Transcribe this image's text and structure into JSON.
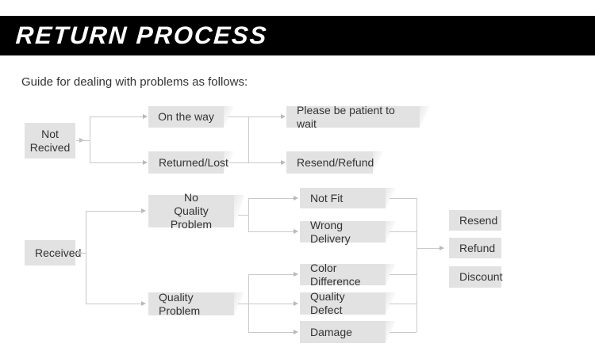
{
  "header": {
    "title": "RETURN PROCESS",
    "background": "#000000",
    "text_color": "#ffffff"
  },
  "guide": {
    "text": "Guide for dealing with problems as follows:"
  },
  "theme": {
    "node_fill": "#e2e2e2",
    "node_text": "#333333",
    "connector": "#c9c9c9",
    "page_background": "#ffffff"
  },
  "flow": {
    "not_received": {
      "root": "Not\nRecived",
      "branches": [
        {
          "cause": "On the way",
          "action": "Please be patient to wait"
        },
        {
          "cause": "Returned/Lost",
          "action": "Resend/Refund"
        }
      ]
    },
    "received": {
      "root": "Received",
      "branches": [
        {
          "cause": "No\nQuality Problem",
          "reasons": [
            "Not Fit",
            "Wrong Delivery"
          ]
        },
        {
          "cause": "Quality Problem",
          "reasons": [
            "Color Difference",
            "Quality Defect",
            "Damage"
          ]
        }
      ],
      "outcomes": [
        "Resend",
        "Refund",
        "Discount"
      ]
    }
  }
}
